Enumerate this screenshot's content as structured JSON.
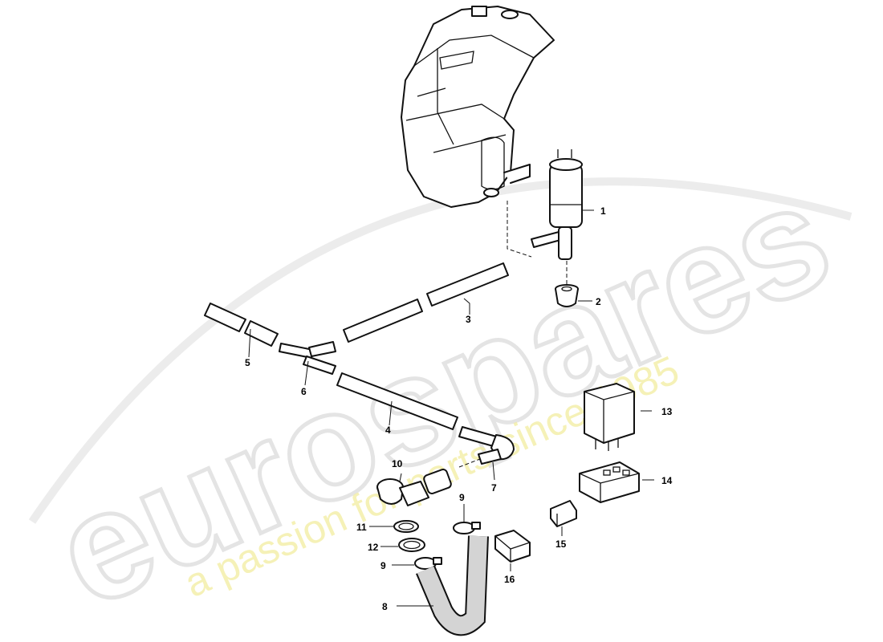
{
  "watermark": {
    "brand": "eurospares",
    "tagline": "a passion for parts since 1985"
  },
  "callouts": [
    "1",
    "2",
    "3",
    "4",
    "5",
    "6",
    "7",
    "8",
    "9",
    "9",
    "10",
    "11",
    "12",
    "13",
    "14",
    "15",
    "16"
  ]
}
